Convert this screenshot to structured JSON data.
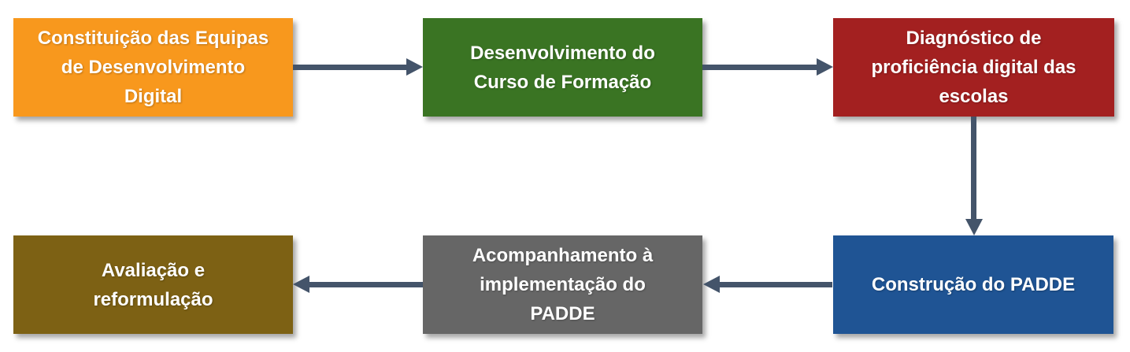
{
  "diagram": {
    "type": "flowchart",
    "background_color": "#FFFFFF",
    "arrow_color": "#44546A",
    "text_color": "#FFFFFF",
    "boxes": [
      {
        "id": "equipas",
        "label": "Constituição das Equipas de Desenvolvimento Digital",
        "lines": [
          "Constituição das Equipas",
          "de Desenvolvimento",
          "Digital"
        ],
        "color": "#F8981D"
      },
      {
        "id": "curso",
        "label": "Desenvolvimento do Curso de Formação",
        "lines": [
          "Desenvolvimento do",
          "Curso de Formação"
        ],
        "color": "#3A7423"
      },
      {
        "id": "diagnostico",
        "label": "Diagnóstico de proficiência digital das escolas",
        "lines": [
          "Diagnóstico de",
          "proficiência digital das",
          "escolas"
        ],
        "color": "#A32020"
      },
      {
        "id": "construcao",
        "label": "Construção do PADDE",
        "lines": [
          "Construção do PADDE"
        ],
        "color": "#1F5494"
      },
      {
        "id": "acompanhamento",
        "label": "Acompanhamento à implementação do PADDE",
        "lines": [
          "Acompanhamento à",
          "implementação do",
          "PADDE"
        ],
        "color": "#666666"
      },
      {
        "id": "avaliacao",
        "label": "Avaliação e reformulação",
        "lines": [
          "Avaliação e",
          "reformulação"
        ],
        "color": "#7D6114"
      }
    ],
    "arrows": [
      {
        "from": "equipas",
        "to": "curso",
        "direction": "right"
      },
      {
        "from": "curso",
        "to": "diagnostico",
        "direction": "right"
      },
      {
        "from": "diagnostico",
        "to": "construcao",
        "direction": "down"
      },
      {
        "from": "construcao",
        "to": "acompanhamento",
        "direction": "left"
      },
      {
        "from": "acompanhamento",
        "to": "avaliacao",
        "direction": "left"
      }
    ]
  }
}
